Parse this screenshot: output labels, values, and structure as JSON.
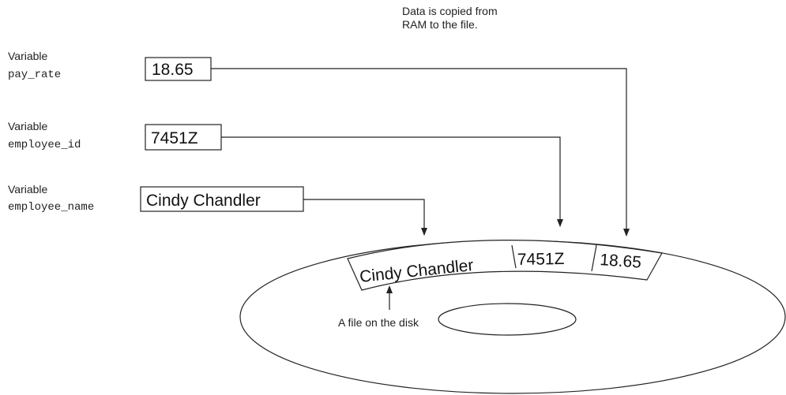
{
  "note": "Data is copied from\nRAM to the file.",
  "variables": [
    {
      "caption": "Variable",
      "name": "pay_rate",
      "value": "18.65"
    },
    {
      "caption": "Variable",
      "name": "employee_id",
      "value": "7451Z"
    },
    {
      "caption": "Variable",
      "name": "employee_name",
      "value": "Cindy Chandler"
    }
  ],
  "record": {
    "fields": [
      "Cindy Chandler",
      "7451Z",
      "18.65"
    ]
  },
  "disk_label": "A file on the disk"
}
